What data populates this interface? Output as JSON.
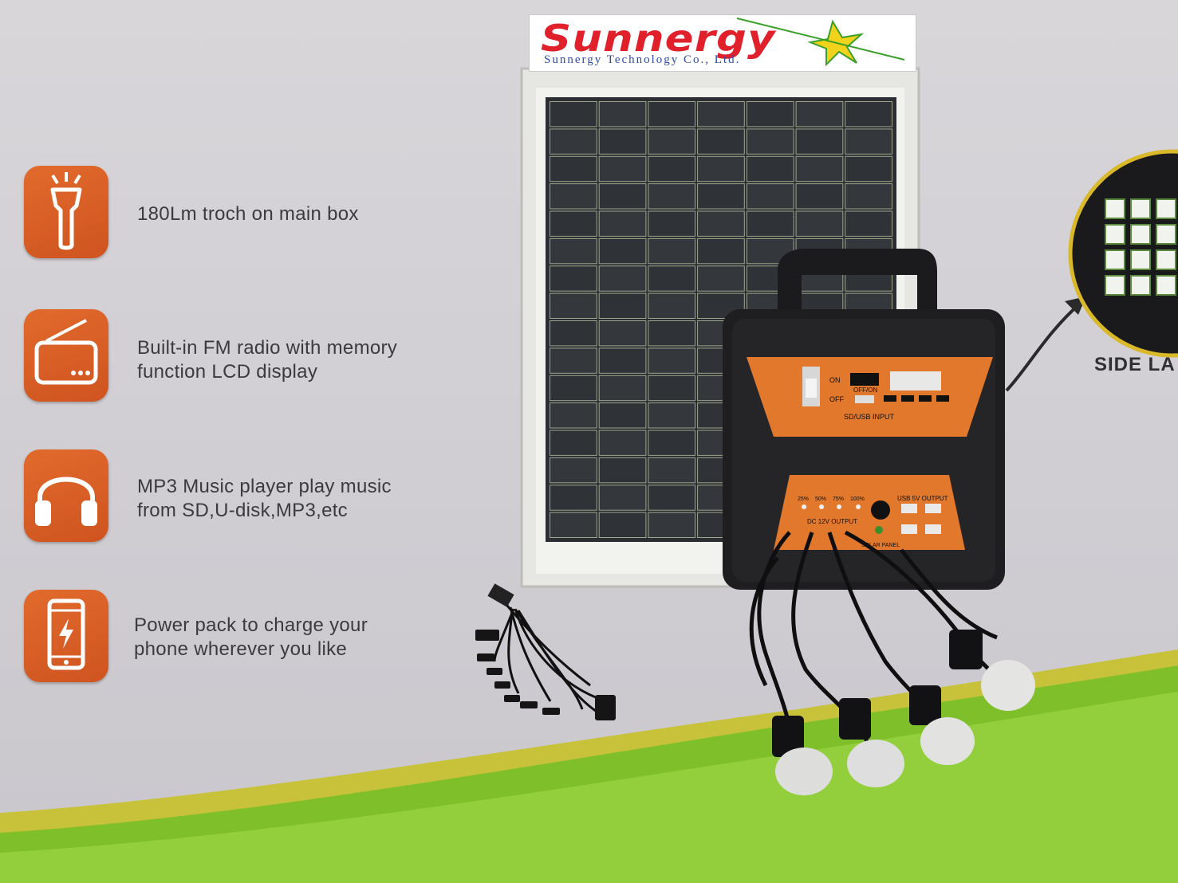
{
  "brand": {
    "name": "Sunnergy",
    "subtitle": "Sunnergy Technology Co., Ltd."
  },
  "features": [
    {
      "icon": "torch-icon",
      "lines": [
        "180Lm troch on main box"
      ]
    },
    {
      "icon": "radio-icon",
      "lines": [
        "Built-in FM radio with memory",
        "function LCD display"
      ]
    },
    {
      "icon": "headphones-icon",
      "lines": [
        "MP3 Music player play music",
        "from SD,U-disk,MP3,etc"
      ]
    },
    {
      "icon": "phone-charge-icon",
      "lines": [
        "Power pack to charge your",
        "phone wherever you like"
      ]
    }
  ],
  "panel": {
    "on_label": "ON",
    "off_label": "OFF",
    "offon_label": "OFF/ON",
    "input_label": "SD/USB INPUT",
    "levels": [
      "25%",
      "50%",
      "75%",
      "100%"
    ],
    "dc_label": "DC 12V OUTPUT",
    "usb_label": "USB 5V OUTPUT",
    "solar_label": "SOLAR PANEL"
  },
  "side_label": "SIDE LA",
  "colors": {
    "accent": "#d95c24",
    "logo_red": "#e0202a",
    "logo_blue": "#2e4aa8",
    "text": "#3a3a3f",
    "green_stripe": "#7fbf2a"
  }
}
